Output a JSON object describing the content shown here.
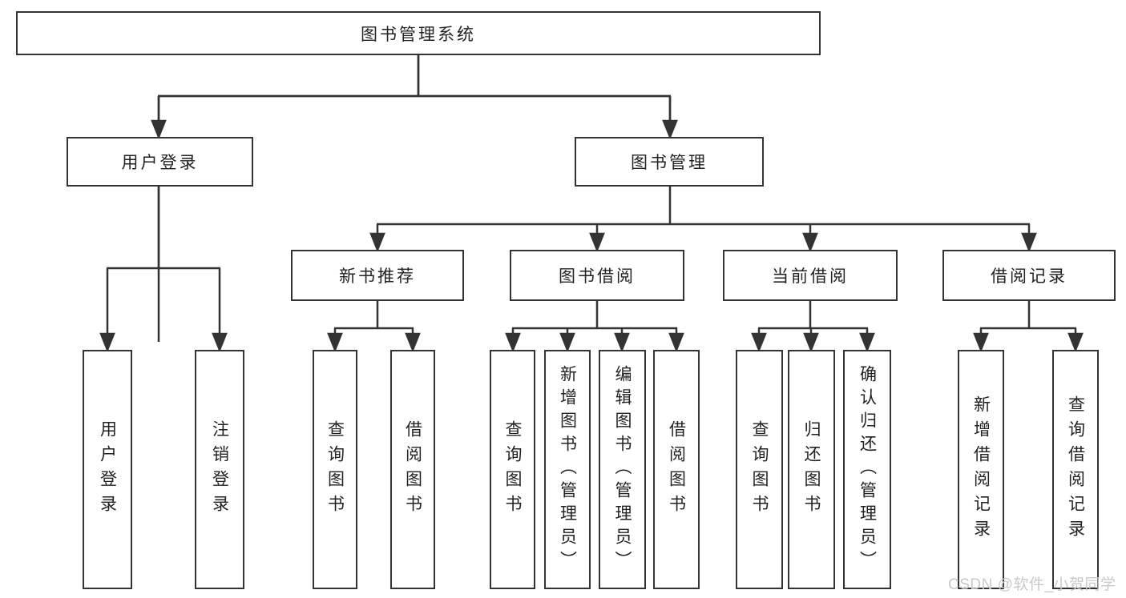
{
  "diagram": {
    "title_node": {
      "label": "图书管理系统"
    },
    "level2": [
      {
        "label": "用户登录"
      },
      {
        "label": "图书管理"
      }
    ],
    "level3": [
      {
        "label": "新书推荐"
      },
      {
        "label": "图书借阅"
      },
      {
        "label": "当前借阅"
      },
      {
        "label": "借阅记录"
      }
    ],
    "leaves": [
      {
        "label": "用户登录"
      },
      {
        "label": "注销登录"
      },
      {
        "label": "查询图书"
      },
      {
        "label": "借阅图书"
      },
      {
        "label": "查询图书"
      },
      {
        "label": "新增图书（管理员）"
      },
      {
        "label": "编辑图书（管理员）"
      },
      {
        "label": "借阅图书"
      },
      {
        "label": "查询图书"
      },
      {
        "label": "归还图书"
      },
      {
        "label": "确认归还（管理员）"
      },
      {
        "label": "新增借阅记录"
      },
      {
        "label": "查询借阅记录"
      }
    ],
    "colors": {
      "line": "#333333",
      "text": "#222222",
      "background": "#ffffff",
      "watermark": "#c9c9c9"
    }
  },
  "watermark": {
    "text": "CSDN @软件_小贺同学"
  }
}
